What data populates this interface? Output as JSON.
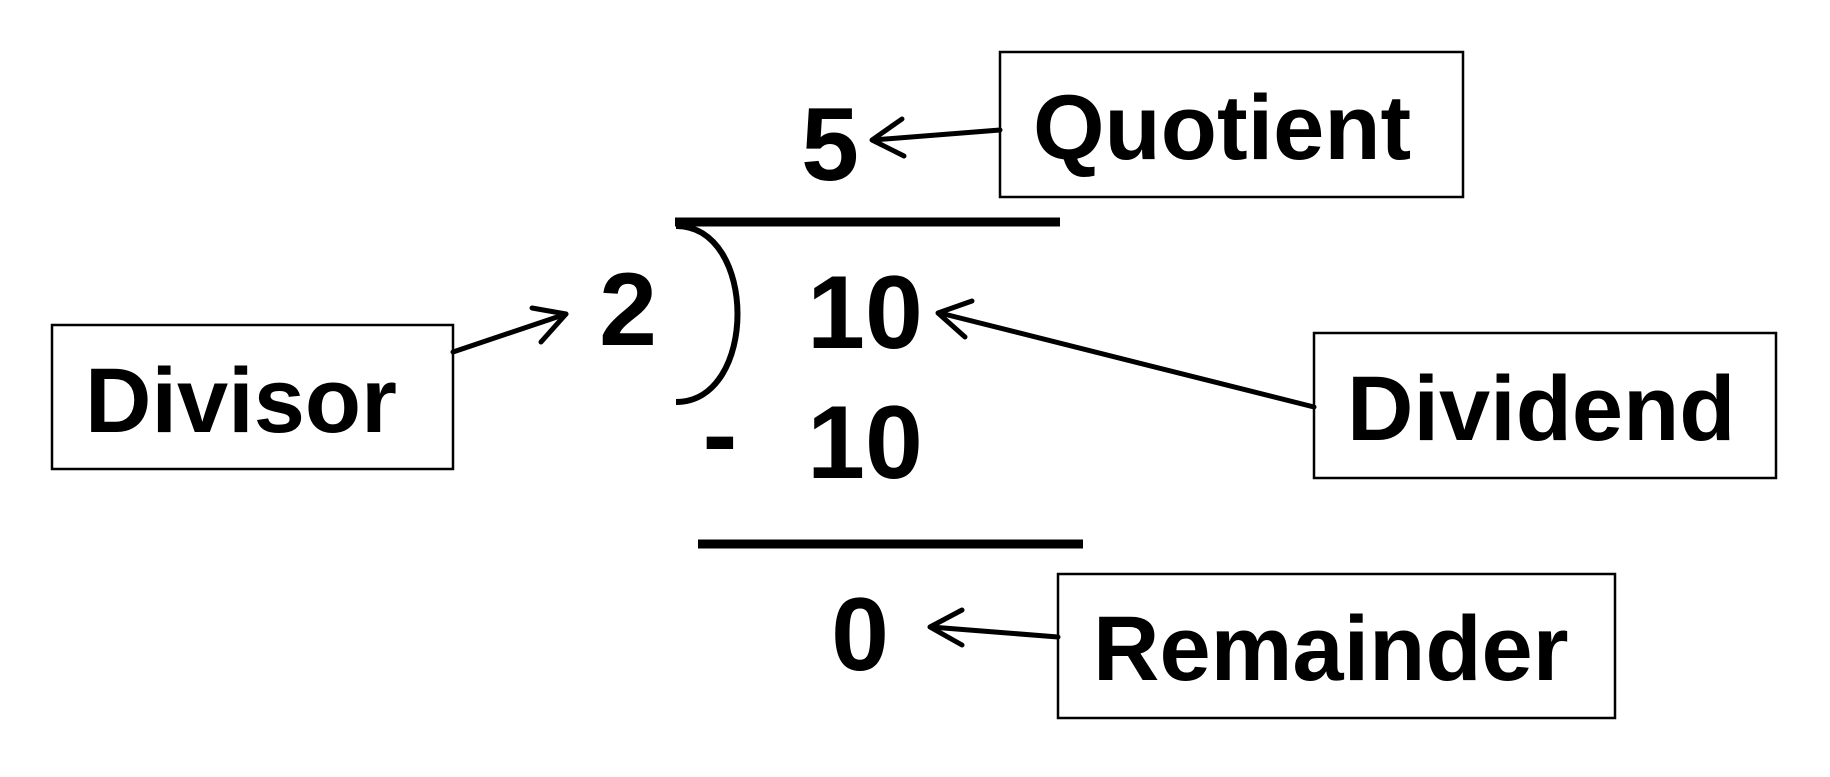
{
  "division": {
    "quotient": "5",
    "divisor": "2",
    "dividend": "10",
    "subtrahend": "10",
    "minus_sign": "-",
    "remainder": "0"
  },
  "labels": {
    "quotient": "Quotient",
    "divisor": "Divisor",
    "dividend": "Dividend",
    "remainder": "Remainder"
  },
  "colors": {
    "ink": "#000000",
    "background": "#ffffff"
  }
}
